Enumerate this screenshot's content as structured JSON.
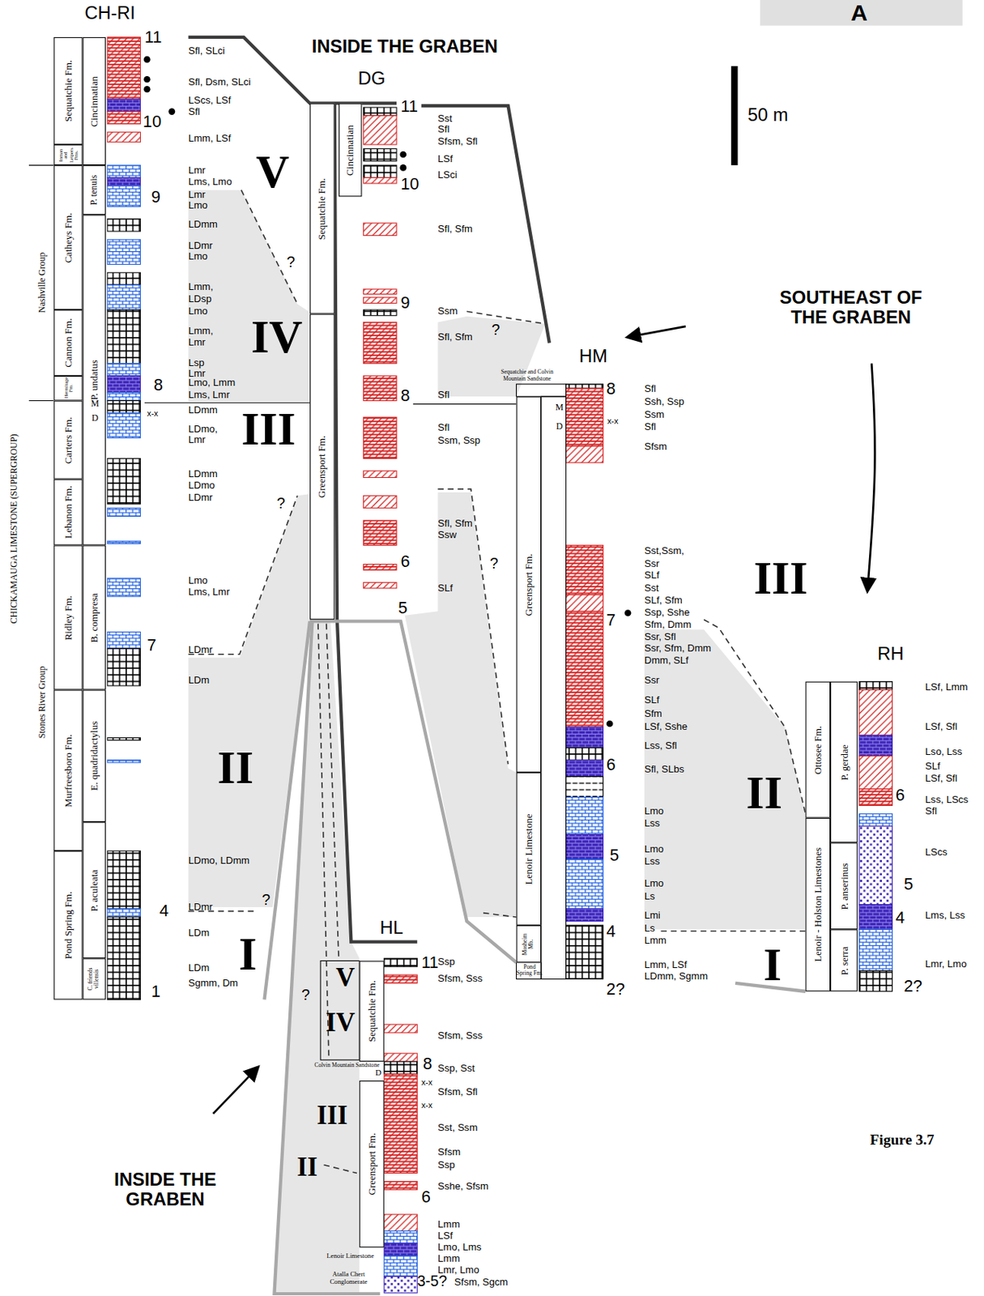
{
  "diagram": {
    "caption": "Figure 3.7",
    "nodes": [
      {
        "text": [
          "Sequatchie Fm."
        ]
      },
      {
        "text": [
          "Inman and Leipers Fms."
        ]
      },
      {
        "text": [
          "Catheys Fm."
        ]
      },
      {
        "text": [
          "Cannon Fm."
        ]
      },
      {
        "text": [
          "Hermitage Fm."
        ]
      },
      {
        "text": [
          "Carters Fm."
        ]
      },
      {
        "text": [
          "Lebanon Fm."
        ]
      },
      {
        "text": [
          "Ridley Fm."
        ]
      },
      {
        "text": [
          "Murfreesboro Fm."
        ]
      },
      {
        "text": [
          "Pond Spring Fm."
        ]
      },
      {
        "text": [
          "Cincinnatian"
        ]
      },
      {
        "text": [
          "P. tenuis"
        ]
      },
      {
        "text": [
          "P. undatus"
        ]
      },
      {
        "text": [
          "B. compresa"
        ]
      },
      {
        "text": [
          "E. quadridactylus"
        ]
      },
      {
        "text": [
          "P. aculeata"
        ]
      },
      {
        "text": [
          "C. friends villensis"
        ]
      },
      {
        "text": [
          "Sequatchie Fm."
        ]
      },
      {
        "text": [
          "Greensport Fm."
        ]
      },
      {
        "text": [
          "Cincinnatian"
        ]
      },
      {
        "text": [
          "Greensport Fm."
        ]
      },
      {
        "text": [
          "Lenoir Limestone"
        ]
      },
      {
        "text": [
          "Mosheim Mb."
        ]
      },
      {
        "text": [
          "Ottosee Fm."
        ]
      },
      {
        "text": [
          "Lenoir - Holston Limestones"
        ]
      },
      {
        "text": [
          "P. gerdae"
        ]
      },
      {
        "text": [
          "P. anserinus"
        ]
      },
      {
        "text": [
          "P. serra"
        ]
      },
      {
        "text": [
          "Sequatchie Fm."
        ]
      },
      {
        "text": [
          "Greensport Fm."
        ]
      }
    ],
    "labels": [
      "A",
      "50 m",
      "INSIDE THE GRABEN",
      "SOUTHEAST OF THE GRABEN",
      "INSIDE THE GRABEN",
      "CH-RI",
      "DG",
      "HM",
      "RH",
      "HL",
      "CHICKAMAUGA LIMESTONE (SUPERGROUP)",
      "Nashville Group",
      "Stones River Group",
      "M",
      "D",
      "M",
      "D",
      "D",
      "Sequatchie and Colvin Mountain Sandstone",
      "Pond Spring Fm.",
      "Colvin Mountain Sandstone",
      "Lenoir Limestone",
      "Atalla Chert Conglomerate",
      "V",
      "IV",
      "III",
      "II",
      "I",
      "III",
      "II",
      "I",
      "V",
      "IV",
      "III",
      "II",
      "11",
      "10",
      "9",
      "8",
      "7",
      "4",
      "1",
      "11",
      "10",
      "9",
      "8",
      "6",
      "5",
      "8",
      "7",
      "6",
      "5",
      "4",
      "2?",
      "6",
      "5",
      "4",
      "2?",
      "11",
      "8",
      "6",
      "3-5?",
      "?",
      "?",
      "?",
      "?",
      "?",
      "?",
      "x-x",
      "x-x",
      "x-x",
      "x-x",
      "Sfl, SLci",
      "Sfl, Dsm, SLci",
      "LScs, LSf",
      "Sfl",
      "Lmm, LSf",
      "Lmr",
      "Lms, Lmo",
      "Lmr",
      "Lmo",
      "LDmm",
      "LDmr",
      "Lmo",
      "Lmm,",
      "LDsp",
      "Lmo",
      "Lmm,",
      "Lmr",
      "Lsp",
      "Lmr",
      "Lmo, Lmm",
      "Lms, Lmr",
      "LDmm",
      "LDmo,",
      "Lmr",
      "LDmm",
      "LDmo",
      "LDmr",
      "Lmo",
      "Lms, Lmr",
      "LDmr",
      "LDm",
      "LDmo, LDmm",
      "LDmr",
      "LDm",
      "LDm",
      "Sgmm, Dm",
      "Sst",
      "Sfl",
      "Sfsm, Sfl",
      "LSf",
      "LSci",
      "Sfl, Sfm",
      "Ssm",
      "Sfl, Sfm",
      "Sfl",
      "Sfl",
      "Ssm, Ssp",
      "Sfl, Sfm",
      "Ssw",
      "SLf",
      "Sfl",
      "Ssh, Ssp",
      "Ssm",
      "Sfl",
      "Sfsm",
      "Sst,Ssm,",
      "Ssr",
      "SLf",
      "Sst",
      "SLf, Sfm",
      "Ssp, Sshe",
      "Sfm, Dmm",
      "Ssr, Sfl",
      "Ssr, Sfm, Dmm",
      "Dmm, SLf",
      "Ssr",
      "SLf",
      "Sfm",
      "LSf, Sshe",
      "Lss, Sfl",
      "Sfl, SLbs",
      "Lmo",
      "Lss",
      "Lmo",
      "Lss",
      "Lmo",
      "Ls",
      "Lmi",
      "Ls",
      "Lmm",
      "Lmm, LSf",
      "LDmm, Sgmm",
      "LSf, Lmm",
      "LSf, Sfl",
      "Lso, Lss",
      "SLf",
      "LSf, Sfl",
      "Lss, LScs",
      "Sfl",
      "LScs",
      "Lms, Lss",
      "Lmr, Lmo",
      "Ssp",
      "Sfsm, Sss",
      "Sfsm, Sss",
      "Ssp, Sst",
      "Sfsm, Sfl",
      "Sst, Ssm",
      "Sfsm",
      "Ssp",
      "Sshe, Sfsm",
      "Lmm",
      "LSf",
      "Lmo, Lms",
      "Lmm",
      "Lmr, Lmo",
      "Sfsm, Sgcm"
    ]
  }
}
